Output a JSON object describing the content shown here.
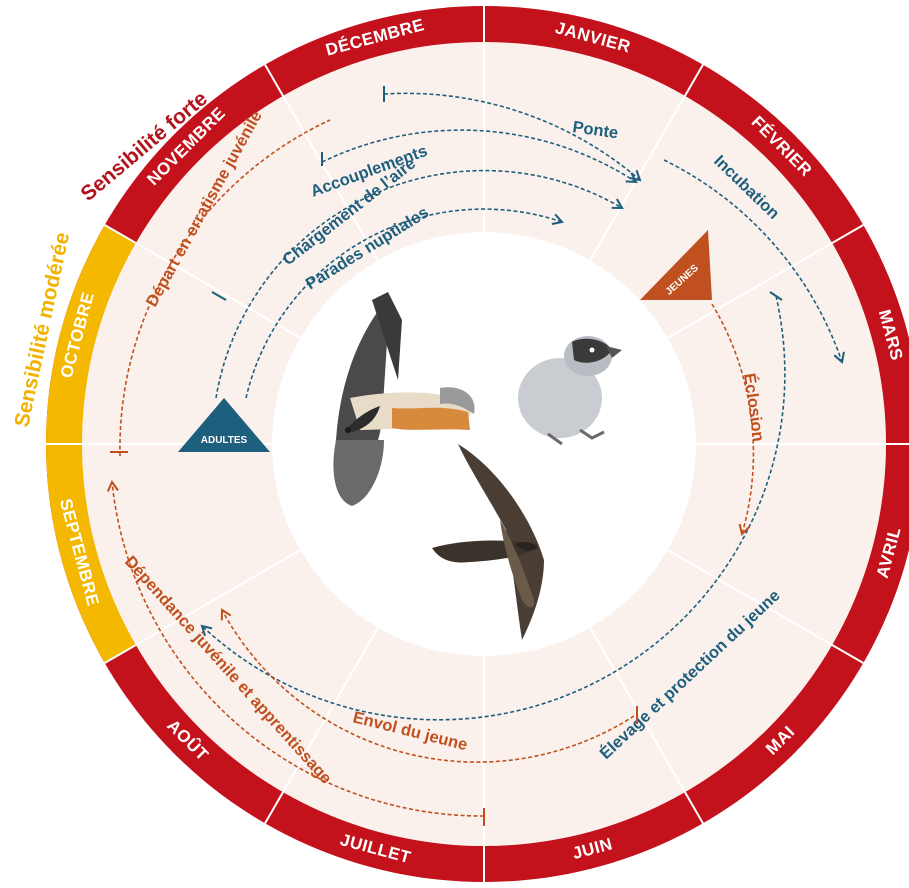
{
  "months": [
    "JANVIER",
    "FÉVRIER",
    "MARS",
    "AVRIL",
    "MAI",
    "JUIN",
    "JUILLET",
    "AOÛT",
    "SEPTEMBRE",
    "OCTOBRE",
    "NOVEMBRE",
    "DÉCEMBRE"
  ],
  "sensitivity": {
    "forte": "Sensibilité forte",
    "moderee": "Sensibilité modérée"
  },
  "colors": {
    "forte": "#c4121d",
    "moderee": "#f5b800",
    "adults": "#1f5f7e",
    "young": "#c0501f",
    "inner_fill": "#fbf1ec"
  },
  "markers": {
    "adults": "ADULTES",
    "young": "JEUNES"
  },
  "phases": {
    "ponte": "Ponte",
    "incubation": "Incubation",
    "accouplements": "Accouplements",
    "chargement": "Chargement de l’aire",
    "parades": "Parades nuptiales",
    "elevage": "Élevage et protection du jeune",
    "depart": "Départ en erratisme juvénile",
    "eclosion": "Éclosion",
    "envol": "Envol du jeune",
    "dependance": "Dépendance juvénile et apprentissage"
  },
  "illustrations": [
    "adult-bearded-vulture-icon",
    "juvenile-vulture-icon",
    "chick-icon"
  ]
}
